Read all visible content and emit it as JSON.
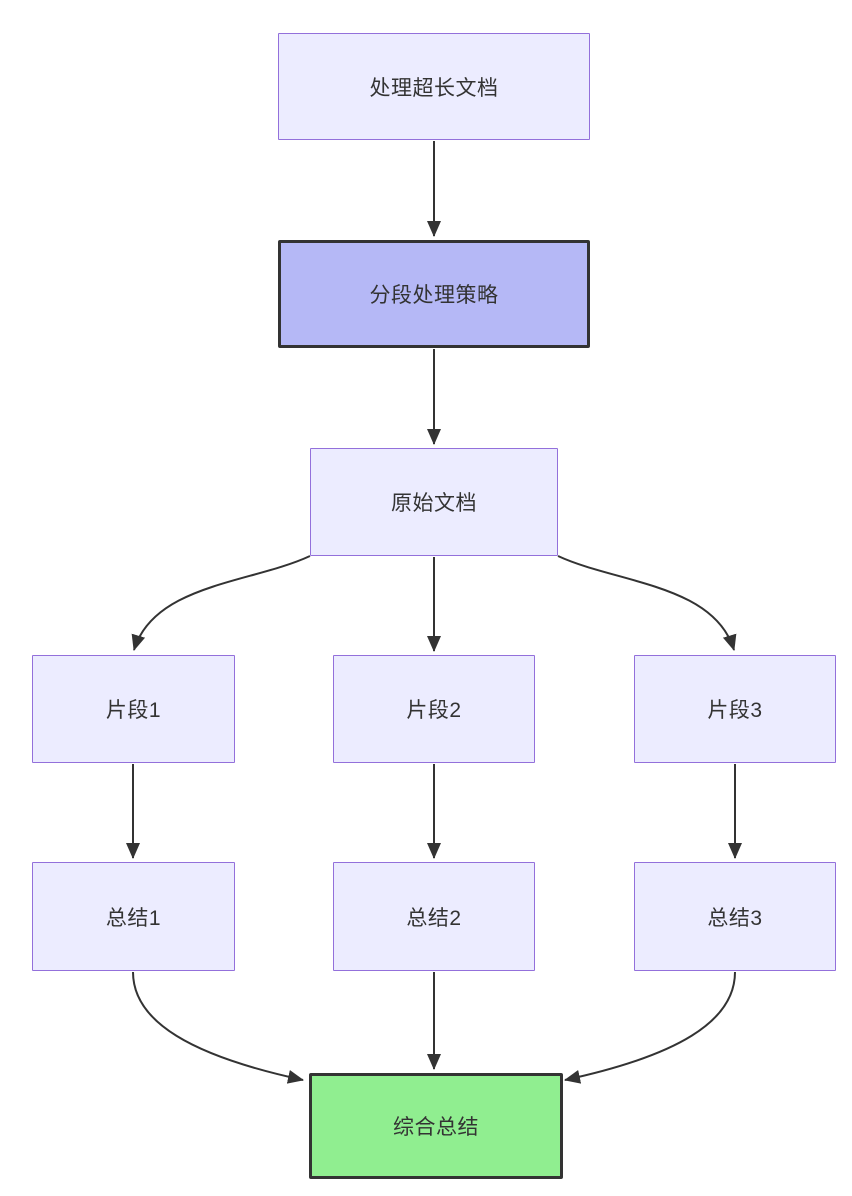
{
  "diagram": {
    "type": "flowchart",
    "direction": "top-down",
    "background_color": "#ffffff",
    "edge_color": "#333333",
    "text_color": "#333333",
    "nodes": {
      "process_long_doc": {
        "label": "处理超长文档",
        "fill": "#ECECFF",
        "border_color": "#9370DB"
      },
      "segment_strategy": {
        "label": "分段处理策略",
        "fill": "#B5B8F6",
        "border_color": "#333333"
      },
      "original_doc": {
        "label": "原始文档",
        "fill": "#ECECFF",
        "border_color": "#9370DB"
      },
      "fragment1": {
        "label": "片段1",
        "fill": "#ECECFF",
        "border_color": "#9370DB"
      },
      "fragment2": {
        "label": "片段2",
        "fill": "#ECECFF",
        "border_color": "#9370DB"
      },
      "fragment3": {
        "label": "片段3",
        "fill": "#ECECFF",
        "border_color": "#9370DB"
      },
      "summary1": {
        "label": "总结1",
        "fill": "#ECECFF",
        "border_color": "#9370DB"
      },
      "summary2": {
        "label": "总结2",
        "fill": "#ECECFF",
        "border_color": "#9370DB"
      },
      "summary3": {
        "label": "总结3",
        "fill": "#ECECFF",
        "border_color": "#9370DB"
      },
      "final_summary": {
        "label": "综合总结",
        "fill": "#90EE90",
        "border_color": "#333333"
      }
    },
    "edges": [
      {
        "from": "process_long_doc",
        "to": "segment_strategy"
      },
      {
        "from": "segment_strategy",
        "to": "original_doc"
      },
      {
        "from": "original_doc",
        "to": "fragment1"
      },
      {
        "from": "original_doc",
        "to": "fragment2"
      },
      {
        "from": "original_doc",
        "to": "fragment3"
      },
      {
        "from": "fragment1",
        "to": "summary1"
      },
      {
        "from": "fragment2",
        "to": "summary2"
      },
      {
        "from": "fragment3",
        "to": "summary3"
      },
      {
        "from": "summary1",
        "to": "final_summary"
      },
      {
        "from": "summary2",
        "to": "final_summary"
      },
      {
        "from": "summary3",
        "to": "final_summary"
      }
    ]
  }
}
